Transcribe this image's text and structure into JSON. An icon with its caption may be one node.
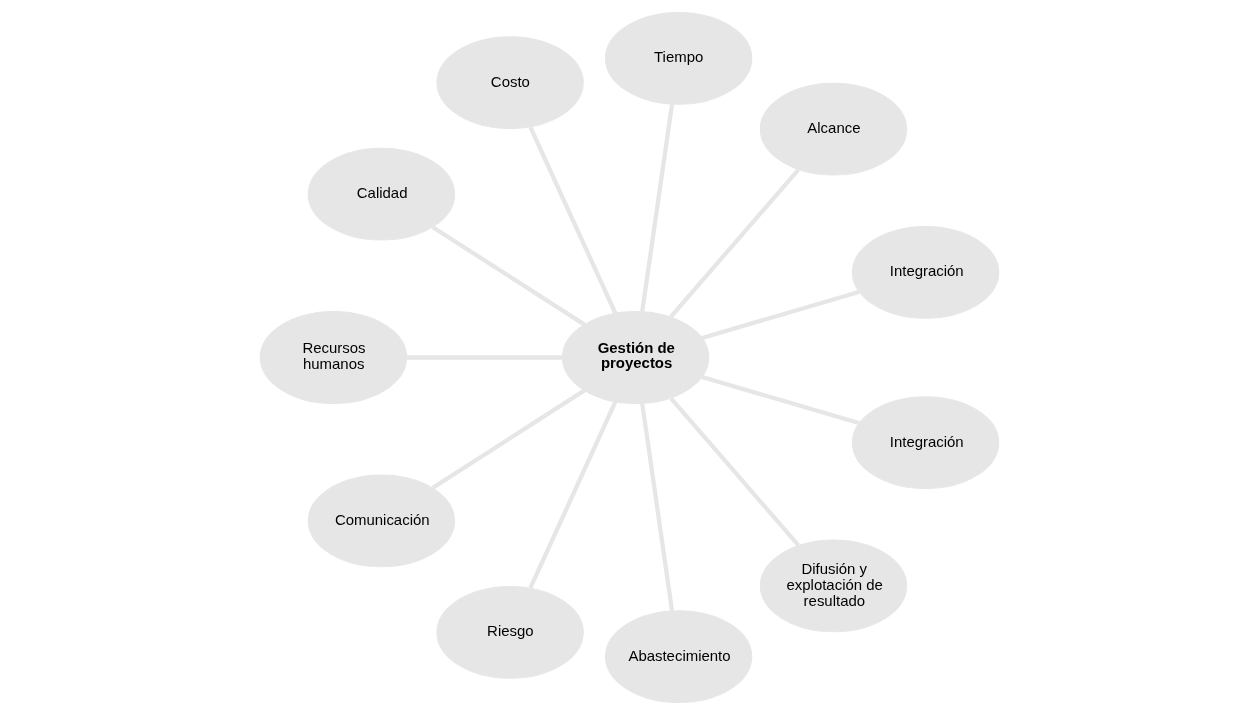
{
  "diagram": {
    "nodes": [
      {
        "text": [
          "Gestión de proyectos"
        ]
      },
      {
        "text": [
          "Integración"
        ]
      },
      {
        "text": [
          "Alcance"
        ]
      },
      {
        "text": [
          "Tiempo"
        ]
      },
      {
        "text": [
          "Costo"
        ]
      },
      {
        "text": [
          "Calidad"
        ]
      },
      {
        "text": [
          "Recursos humanos"
        ]
      },
      {
        "text": [
          "Comunicación"
        ]
      },
      {
        "text": [
          "Riesgo"
        ]
      },
      {
        "text": [
          "Abastecimiento"
        ]
      },
      {
        "text": [
          "Difusión y explotación de resultado"
        ]
      },
      {
        "text": [
          "Integración"
        ]
      }
    ],
    "edges": [
      {
        "from": 0,
        "to": 1,
        "arrow": "none"
      },
      {
        "from": 0,
        "to": 2,
        "arrow": "none"
      },
      {
        "from": 0,
        "to": 3,
        "arrow": "none"
      },
      {
        "from": 0,
        "to": 4,
        "arrow": "none"
      },
      {
        "from": 0,
        "to": 5,
        "arrow": "none"
      },
      {
        "from": 0,
        "to": 6,
        "arrow": "none"
      },
      {
        "from": 0,
        "to": 7,
        "arrow": "none"
      },
      {
        "from": 0,
        "to": 8,
        "arrow": "none"
      },
      {
        "from": 0,
        "to": 9,
        "arrow": "none"
      },
      {
        "from": 0,
        "to": 10,
        "arrow": "none"
      },
      {
        "from": 0,
        "to": 11,
        "arrow": "none"
      }
    ]
  }
}
